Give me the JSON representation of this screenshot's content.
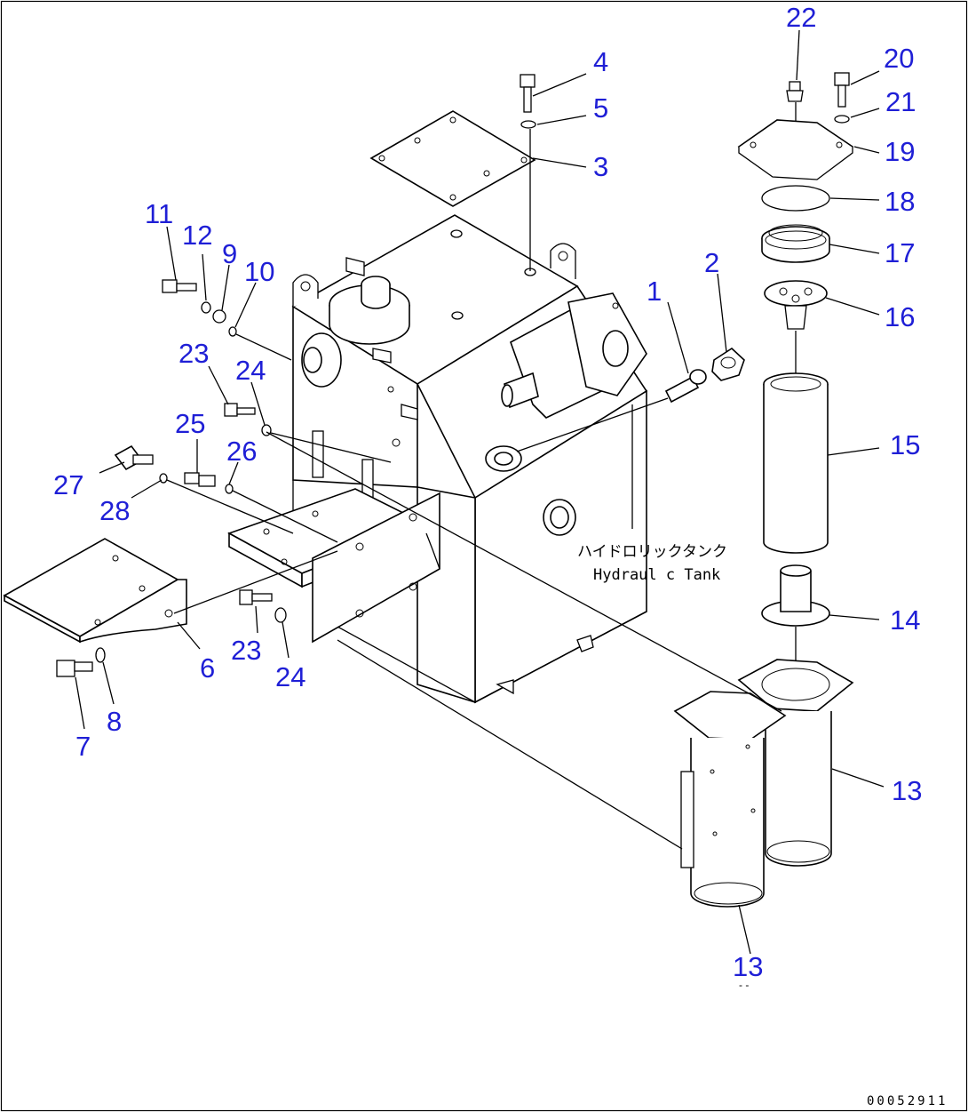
{
  "tank_label": {
    "jp": "ハイドロリックタンク",
    "en": "Hydraul c Tank"
  },
  "drawing_number": "00052911",
  "callouts": [
    {
      "id": "c1",
      "text": "1"
    },
    {
      "id": "c2",
      "text": "2"
    },
    {
      "id": "c3",
      "text": "3"
    },
    {
      "id": "c4",
      "text": "4"
    },
    {
      "id": "c5",
      "text": "5"
    },
    {
      "id": "c6",
      "text": "6"
    },
    {
      "id": "c7",
      "text": "7"
    },
    {
      "id": "c8",
      "text": "8"
    },
    {
      "id": "c9",
      "text": "9"
    },
    {
      "id": "c10",
      "text": "10"
    },
    {
      "id": "c11",
      "text": "11"
    },
    {
      "id": "c12",
      "text": "12"
    },
    {
      "id": "c13a",
      "text": "13"
    },
    {
      "id": "c13b",
      "text": "13"
    },
    {
      "id": "c14",
      "text": "14"
    },
    {
      "id": "c15",
      "text": "15"
    },
    {
      "id": "c16",
      "text": "16"
    },
    {
      "id": "c17",
      "text": "17"
    },
    {
      "id": "c18",
      "text": "18"
    },
    {
      "id": "c19",
      "text": "19"
    },
    {
      "id": "c20",
      "text": "20"
    },
    {
      "id": "c21",
      "text": "21"
    },
    {
      "id": "c22",
      "text": "22"
    },
    {
      "id": "c23a",
      "text": "23"
    },
    {
      "id": "c23b",
      "text": "23"
    },
    {
      "id": "c24a",
      "text": "24"
    },
    {
      "id": "c24b",
      "text": "24"
    },
    {
      "id": "c25",
      "text": "25"
    },
    {
      "id": "c26",
      "text": "26"
    },
    {
      "id": "c27",
      "text": "27"
    },
    {
      "id": "c28",
      "text": "28"
    }
  ],
  "colors": {
    "callout": "#1f1fd6",
    "line": "#000000",
    "background": "#ffffff"
  }
}
